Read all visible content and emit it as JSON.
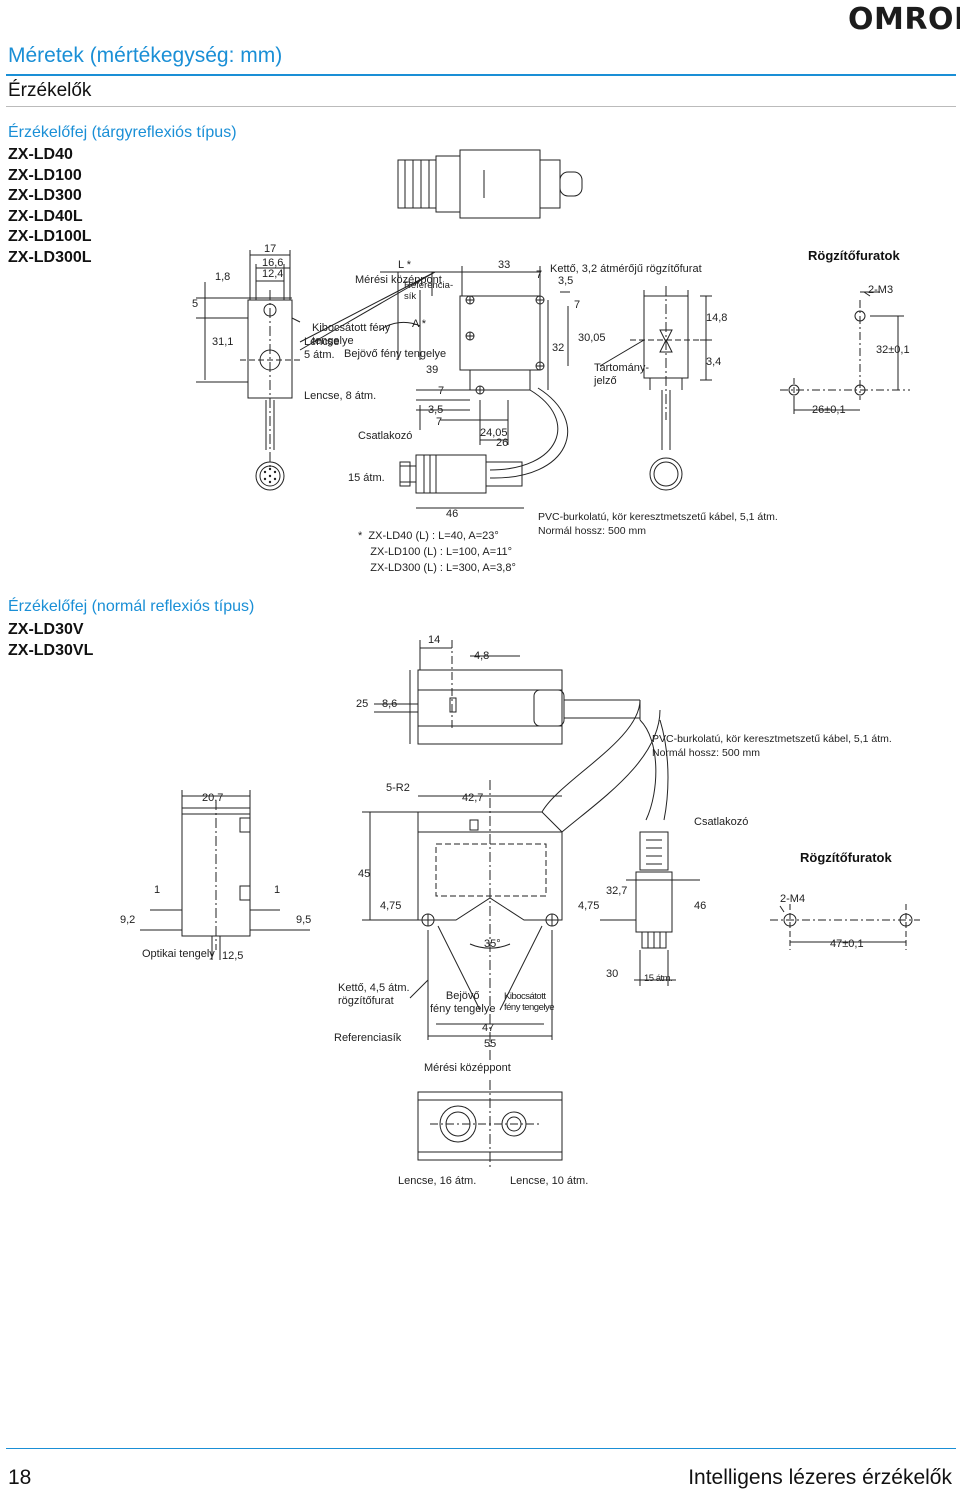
{
  "header": {
    "logo": "OMRON"
  },
  "page_title": "Méretek (mértékegység: mm)",
  "section_title": "Érzékelők",
  "footer": {
    "page_number": "18",
    "title": "Intelligens lézeres érzékelők"
  },
  "block1": {
    "heading": "Érzékelőfej (tárgyreflexiós típus)",
    "models": [
      "ZX-LD40",
      "ZX-LD100",
      "ZX-LD300",
      "ZX-LD40L",
      "ZX-LD100L",
      "ZX-LD300L"
    ],
    "mounting_holes_title": "Rögzítőfuratok",
    "labels": {
      "meresi_kozeppont": "Mérési\nközéppont",
      "referencia_sik": "Referencia-\nsík",
      "kibocsatott": "Kibocsátott fény\ntengelye",
      "lencse": "Lencse\n5 átm.",
      "bejovo": "Bejövő fény tengelye",
      "lencse8": "Lencse, 8 átm.",
      "csatlakozo": "Csatlakozó",
      "atm15": "15 átm.",
      "ketto": "Kettő, 3,2 átmérőjű rögzítőfurat",
      "tartomany": "Tartomány-\njelző",
      "m3": "2-M3",
      "cable_note": "PVC-burkolatú, kör keresztmetszetű kábel, 5,1 átm.\nNormál hossz: 500 mm",
      "footnote": "*  ZX-LD40 (L) : L=40, A=23°\n    ZX-LD100 (L) : L=100, A=11°\n    ZX-LD300 (L) : L=300, A=3,8°"
    },
    "dims": {
      "d17": "17",
      "d16_6": "16,6",
      "d12_4": "12,4",
      "d1_8": "1,8",
      "d5": "5",
      "d31_1": "31,1",
      "L": "L *",
      "A": "A *",
      "d39": "39",
      "d7a": "7",
      "d3_5a": "3,5",
      "d7b": "7",
      "d24_05": "24,05",
      "d26": "26",
      "d33": "33",
      "d7c": "7",
      "d3_5b": "3,5",
      "d7d": "7",
      "d30_05": "30,05",
      "d32": "32",
      "d14_8": "14,8",
      "d3_4": "3,4",
      "d46": "46",
      "d32tol": "32±0,1",
      "d26tol": "26±0,1"
    }
  },
  "block2": {
    "heading": "Érzékelőfej (normál reflexiós típus)",
    "models": [
      "ZX-LD30V",
      "ZX-LD30VL"
    ],
    "mounting_holes_title": "Rögzítőfuratok",
    "labels": {
      "cable_note": "PVC-burkolatú, kör keresztmetszetű kábel, 5,1 átm.\nNormál hossz: 500 mm",
      "csatlakozo": "Csatlakozó",
      "r2": "5-R2",
      "optikai": "Optikai tengely",
      "ketto45": "Kettő, 4,5 átm.\nrögzítőfurat",
      "bejovo": "Bejövő\nfény tengelye",
      "kibocsatott": "Kibocsátott\nfény tengelye",
      "referenciasik": "Referenciasík",
      "meresi": "Mérési középpont",
      "atm15": "15 átm.",
      "m4": "2-M4",
      "lencse16": "Lencse, 16 átm.",
      "lencse10": "Lencse, 10 átm."
    },
    "dims": {
      "d14": "14",
      "d4_8": "4,8",
      "d25": "25",
      "d8_6": "8,6",
      "d20_7": "20,7",
      "d42_7": "42,7",
      "d1a": "1",
      "d1b": "1",
      "d9_2": "9,2",
      "d9_5": "9,5",
      "d12_5": "12,5",
      "d45": "45",
      "d4_75a": "4,75",
      "d4_75b": "4,75",
      "d32_7": "32,7",
      "d46": "46",
      "d35": "35°",
      "d30": "30",
      "d47": "47",
      "d55": "55",
      "d47tol": "47±0,1"
    }
  }
}
